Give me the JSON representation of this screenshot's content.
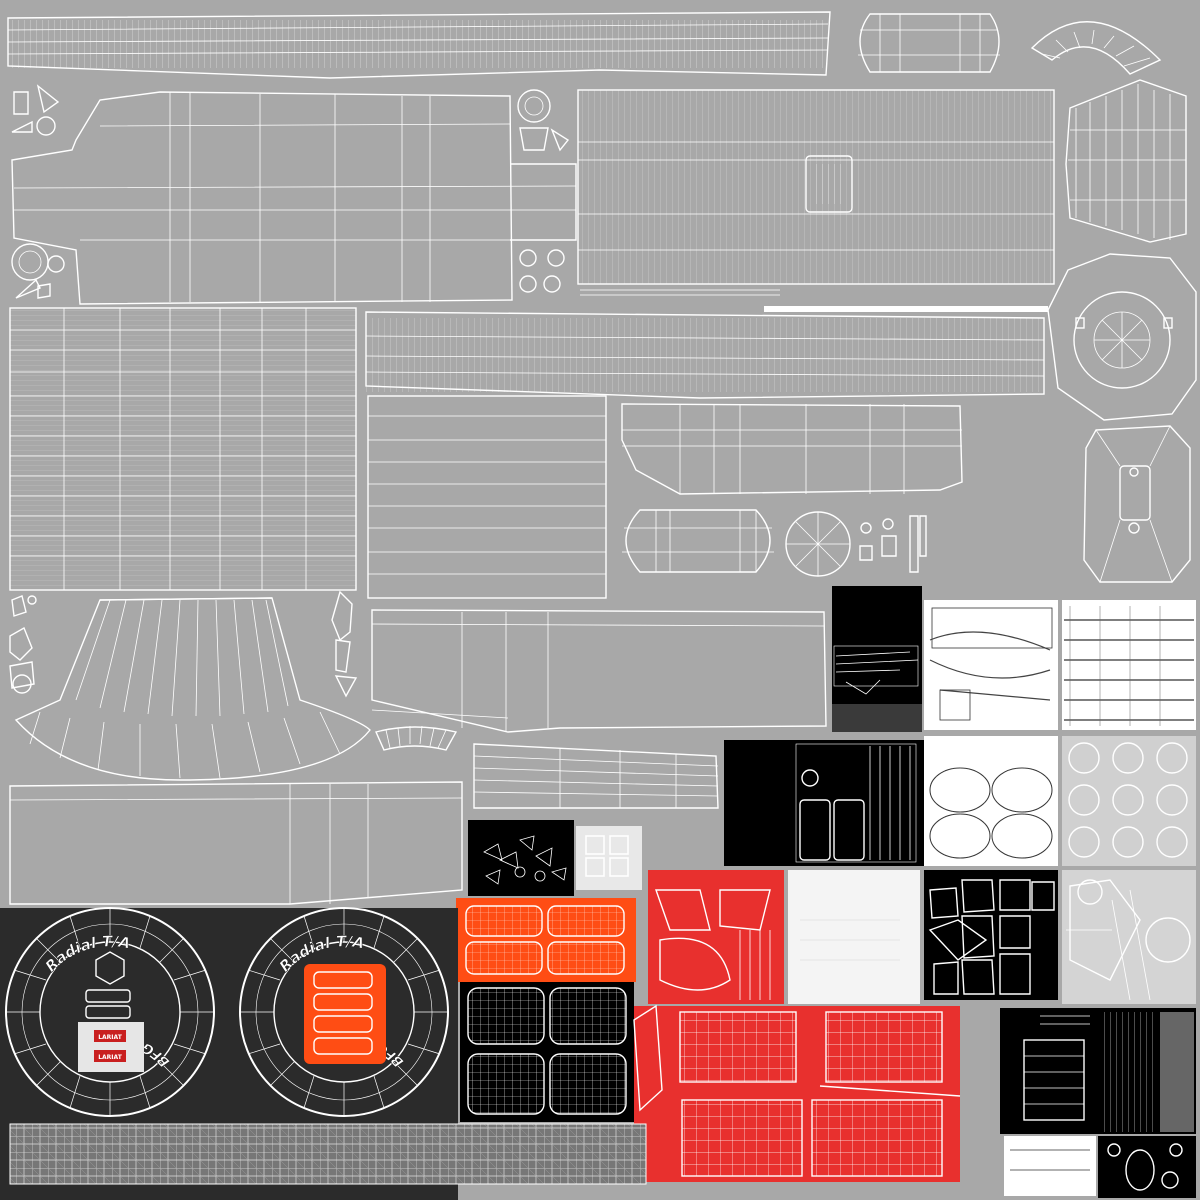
{
  "atlas": {
    "background": "#a8a8a8",
    "wire_color": "#ffffff",
    "dark_bg": "#2b2b2b",
    "black_bg": "#000000",
    "red": "#e8302e",
    "orange": "#ff4d14",
    "light_gray": "#d0d0d0"
  },
  "tire": {
    "brand_top": "Radial T/A",
    "brand_bottom": "BFGoodrich"
  },
  "badge": {
    "label": "LARIAT"
  }
}
